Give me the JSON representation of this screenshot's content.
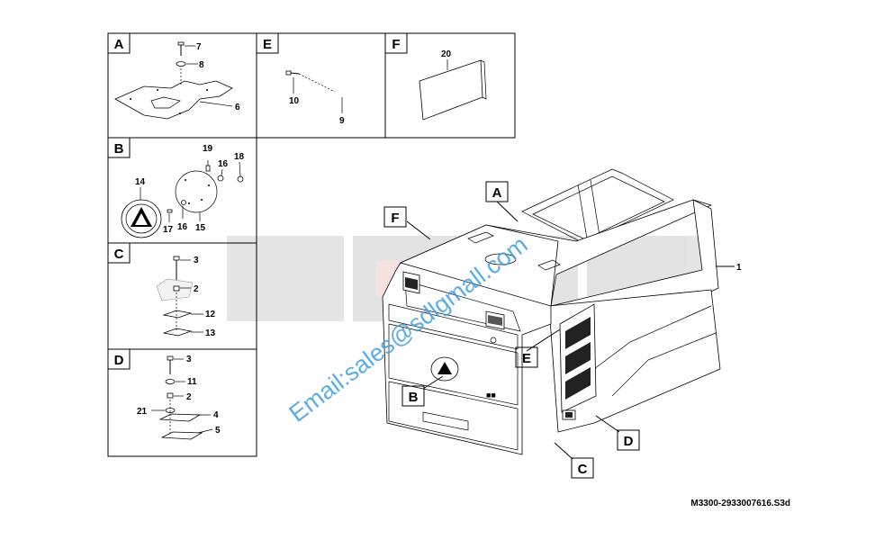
{
  "diagram": {
    "drawing_code": "M3300-2933007616.S3d",
    "watermark_logo": "SDLG",
    "watermark_email": "Email:sales@sdlgmall.com",
    "main_part_number": "1",
    "callouts": [
      "A",
      "B",
      "C",
      "D",
      "E",
      "F"
    ],
    "panels": [
      {
        "label": "A",
        "parts": [
          "7",
          "8",
          "6"
        ]
      },
      {
        "label": "E",
        "parts": [
          "10",
          "9"
        ]
      },
      {
        "label": "F",
        "parts": [
          "20"
        ]
      },
      {
        "label": "B",
        "parts": [
          "19",
          "16",
          "18",
          "14",
          "17",
          "16",
          "15"
        ]
      },
      {
        "label": "C",
        "parts": [
          "3",
          "2",
          "12",
          "13"
        ]
      },
      {
        "label": "D",
        "parts": [
          "3",
          "11",
          "2",
          "21",
          "4",
          "5"
        ]
      }
    ]
  }
}
